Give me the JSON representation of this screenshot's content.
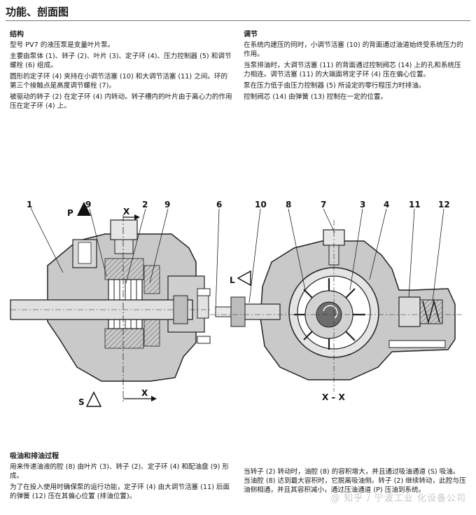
{
  "title": "功能、剖面图",
  "structure": {
    "heading": "结构",
    "p1": "型号 PV7 的液压泵是变量叶片泵。",
    "p2": "主要由泵体 (1)、转子 (2)、叶片 (3)、定子环 (4)、压力控制器 (5) 和调节螺栓 (6) 组成。",
    "p3": "圆形的定子环 (4) 夹持在小调节活塞 (10) 和大调节活塞 (11) 之间。环的第三个接触点是高度调节螺栓 (7)。",
    "p4": "被驱动的转子 (2) 在定子环 (4) 内转动。转子槽内的叶片由于离心力的作用压在定子环 (4) 上。"
  },
  "regulation": {
    "heading": "调节",
    "p1": "在系统内建压的同时，小调节活塞 (10) 的背面通过油道始终受系统压力的作用。",
    "p2": "当泵排油时，大调节活塞 (11) 的背面通过控制阀芯 (14) 上的孔和系统压力相连。调节活塞 (11) 的大端面将定子环 (4) 压在偏心位置。",
    "p3": "泵在压力低于由压力控制器 (5) 所设定的零行程压力时排油。",
    "p4": "控制阀芯 (14) 由弹簧 (13) 控制在一定的位置。"
  },
  "diagram": {
    "labels_left": [
      "1",
      "9",
      "X",
      "2",
      "9",
      "6",
      "P",
      "S",
      "X"
    ],
    "labels_right": [
      "10",
      "8",
      "7",
      "3",
      "4",
      "11",
      "12",
      "L",
      "X – X"
    ]
  },
  "suction": {
    "heading": "吸油和排油过程",
    "p1": "用来传递油液的腔 (8) 由叶片 (3)、转子 (2)、定子环 (4) 和配油盘 (9) 形成。",
    "p2": "为了在投入使用时确保泵的运行功能，定子环 (4) 由大调节活塞 (11) 后面的弹簧 (12) 压在其偏心位置 (排油位置)。",
    "p3": "当转子 (2) 转动时，油腔 (8) 的容积增大，并且通过吸油通道 (S) 吸油。当油腔 (8) 达到最大容积时，它脱离吸油侧。转子 (2) 继续转动，此腔与压油侧相通，并且其容积减小，通过压油通道 (P) 压油到系统。"
  },
  "watermark": "@ 知乎 / 宁波工业 化设备公司"
}
